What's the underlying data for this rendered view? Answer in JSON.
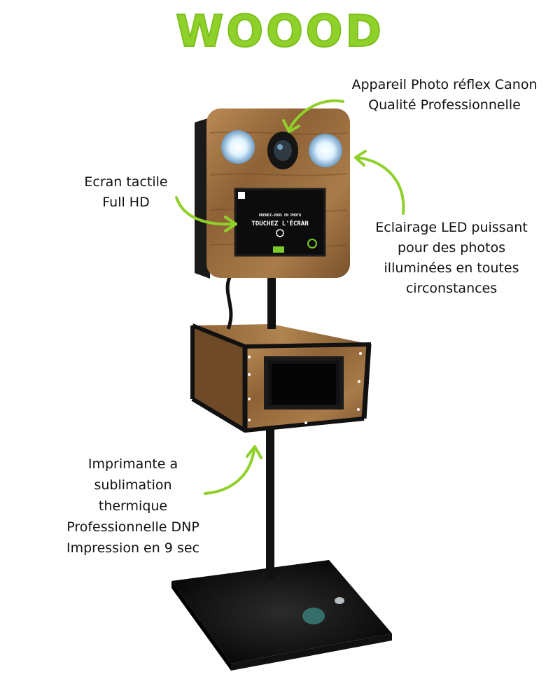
{
  "brand": {
    "title": "WOOOD",
    "color": "#8fd12a"
  },
  "screen": {
    "line1": "PRENEZ-VOUS EN PHOTO",
    "line2": "TOUCHEZ L'ÉCRAN"
  },
  "annotations": {
    "camera": [
      "Appareil Photo réflex Canon",
      "Qualité Professionnelle"
    ],
    "screen": [
      "Ecran tactile",
      "Full HD"
    ],
    "led": [
      "Eclairage LED puissant",
      "pour des photos",
      "illuminées en toutes",
      "circonstances"
    ],
    "printer": [
      "Imprimante a",
      "sublimation",
      "thermique",
      "Professionnelle DNP",
      "Impression en 9 sec"
    ]
  },
  "arrow_color": "#8fd12a"
}
